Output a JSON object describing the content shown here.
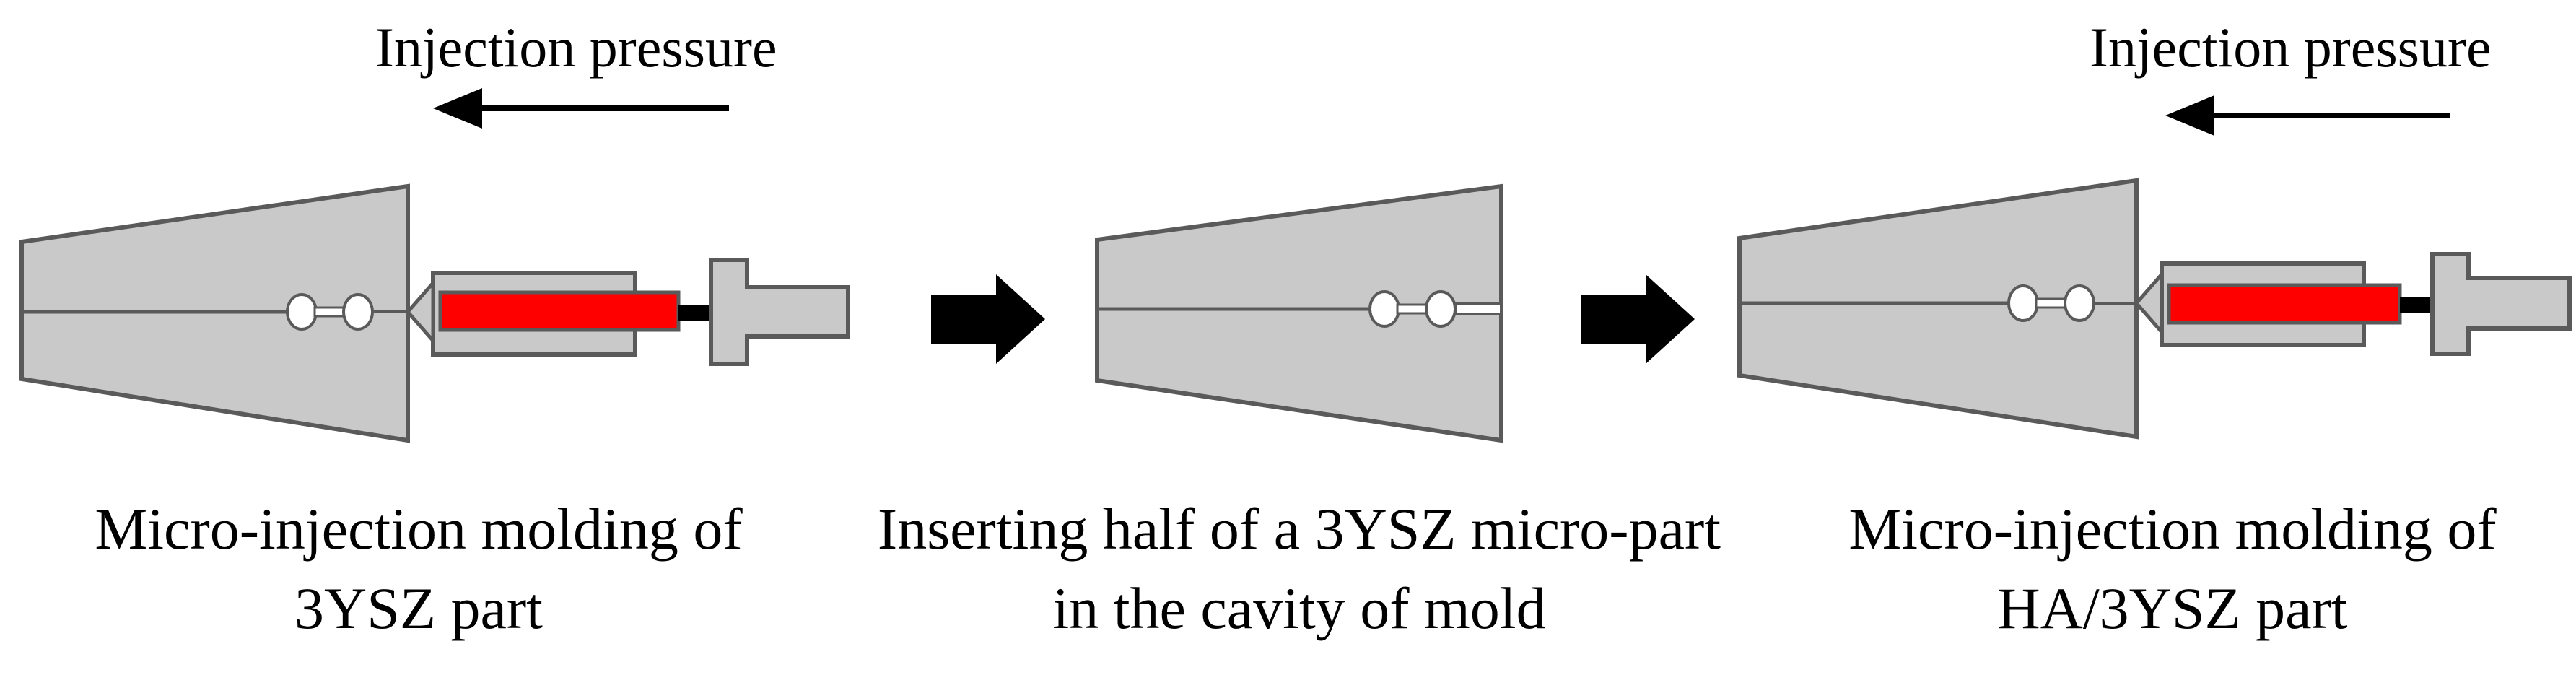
{
  "panels": [
    {
      "caption_line1": "Micro-injection molding of",
      "caption_line2": "3YSZ part",
      "pressure_label": "Injection pressure"
    },
    {
      "caption_line1": "Inserting half of a 3YSZ micro-part",
      "caption_line2": "in the cavity of mold"
    },
    {
      "caption_line1": "Micro-injection molding of",
      "caption_line2": "HA/3YSZ part",
      "pressure_label": "Injection pressure"
    }
  ],
  "colors": {
    "mold_fill": "#c9c9c9",
    "outline": "#5a5a5a",
    "feedstock": "#ff0000",
    "arrow": "#000000"
  }
}
